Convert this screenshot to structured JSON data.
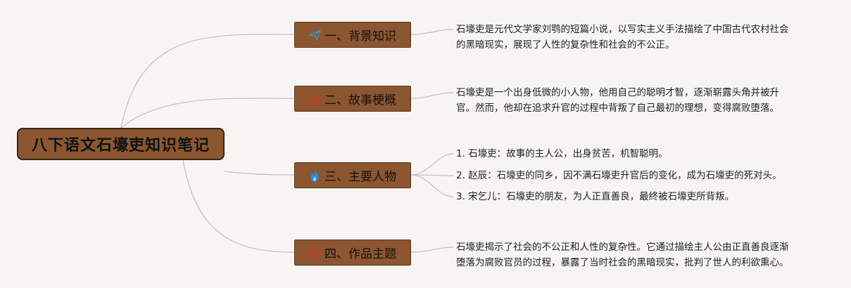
{
  "root": {
    "title": "八下语文石壕吏知识笔记"
  },
  "branches": [
    {
      "label": "一、背景知识",
      "icon": "paper-plane-icon",
      "leaves": [
        {
          "lines": [
            "石壕吏是元代文学家刘鹗的短篇小说，以写实主义手法描绘了中国古代农村社会",
            "的黑暗现实，展现了人性的复杂性和社会的不公正。"
          ]
        }
      ]
    },
    {
      "label": "二、故事梗概",
      "icon": "star-icon",
      "leaves": [
        {
          "lines": [
            "石壕吏是一个出身低微的小人物，他用自己的聪明才智，逐渐崭露头角并被升",
            "官。然而，他却在追求升官的过程中背叛了自己最初的理想，变得腐败堕落。"
          ]
        }
      ]
    },
    {
      "label": "三、主要人物",
      "icon": "flame-icon",
      "leaves": [
        {
          "lines": [
            "1. 石壕吏：故事的主人公，出身贫苦，机智聪明。"
          ]
        },
        {
          "lines": [
            "2. 赵辰：石壕吏的同乡，因不满石壕吏升官后的变化，成为石壕吏的死对头。"
          ]
        },
        {
          "lines": [
            "3. 宋乞儿：石壕吏的朋友，为人正直善良，最终被石壕吏所背叛。"
          ]
        }
      ]
    },
    {
      "label": "四、作品主题",
      "icon": "crown-icon",
      "leaves": [
        {
          "lines": [
            "石壕吏揭示了社会的不公正和人性的复杂性。它通过描绘主人公由正直善良逐渐",
            "堕落为腐败官员的过程，暴露了当时社会的黑暗现实，批判了世人的利欲熏心。"
          ]
        }
      ]
    }
  ],
  "colors": {
    "background": "#f6f5f3",
    "node_fill": "#8b5630",
    "root_border": "#3a2414",
    "connector": "#c4c0bb",
    "plane": "#4a8ea8",
    "star": "#d23a2a",
    "flame": "#1e8fe0",
    "crown": "#d03a30"
  }
}
